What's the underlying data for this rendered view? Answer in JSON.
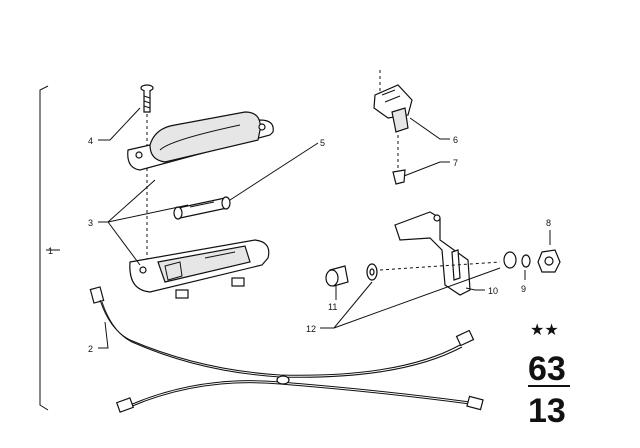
{
  "callouts": [
    {
      "id": "1",
      "text": "1"
    },
    {
      "id": "2",
      "text": "2"
    },
    {
      "id": "3",
      "text": "3"
    },
    {
      "id": "4",
      "text": "4"
    },
    {
      "id": "5",
      "text": "5"
    },
    {
      "id": "6",
      "text": "6"
    },
    {
      "id": "7",
      "text": "7"
    },
    {
      "id": "8a",
      "text": "8"
    },
    {
      "id": "8b",
      "text": "8"
    },
    {
      "id": "9",
      "text": "9"
    },
    {
      "id": "10",
      "text": "10"
    },
    {
      "id": "11",
      "text": "11"
    },
    {
      "id": "12",
      "text": "12"
    }
  ],
  "group_code": {
    "stars": "★★",
    "main_group": "63",
    "sub_group": "13"
  }
}
